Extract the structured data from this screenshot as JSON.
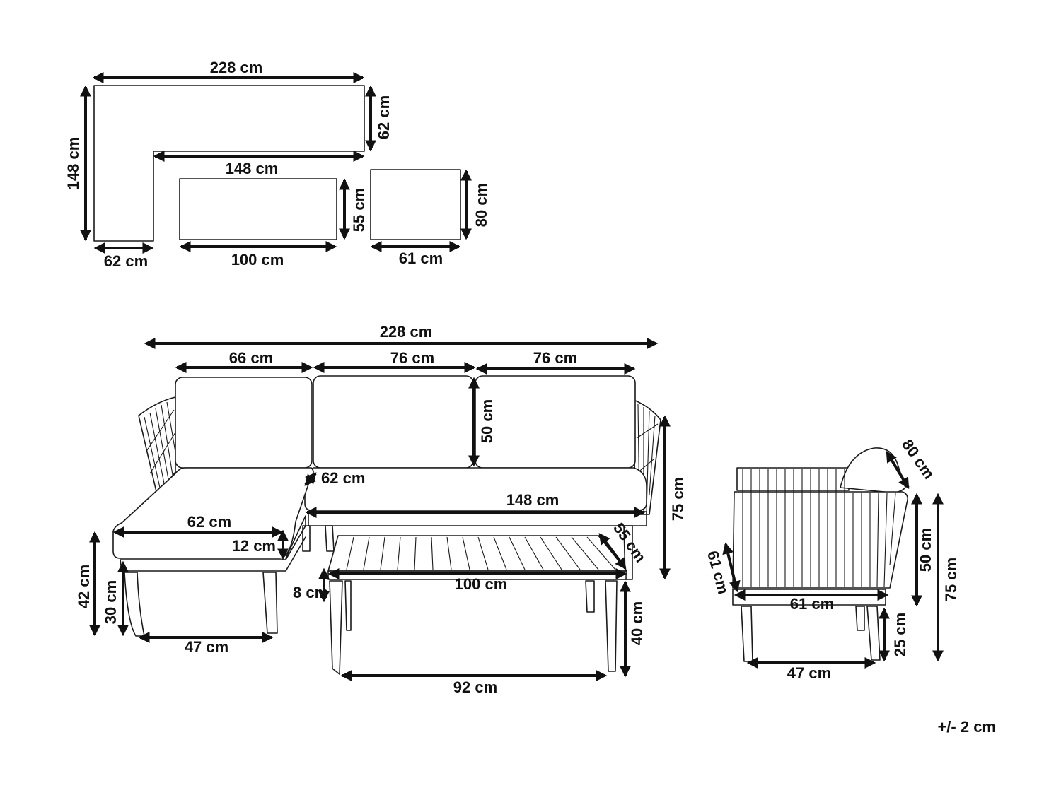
{
  "dimensions": {
    "top_sofa_width": "228 cm",
    "top_sofa_depth": "62 cm",
    "top_sofa_inner": "148 cm",
    "top_sofa_height": "148 cm",
    "top_sofa_chaise": "62 cm",
    "top_table_width": "100 cm",
    "top_table_depth": "55 cm",
    "top_chair_width": "61 cm",
    "top_chair_depth": "80 cm",
    "sofa_total_width": "228 cm",
    "chaise_cushion_width": "66 cm",
    "middle_cushion_width": "76 cm",
    "right_cushion_width": "76 cm",
    "back_cushion_height": "50 cm",
    "seat_depth": "62 cm",
    "seat_width": "148 cm",
    "chaise_seat_width": "62 cm",
    "seat_thickness": "12 cm",
    "sofa_seat_height": "42 cm",
    "sofa_frame_height": "30 cm",
    "sofa_leg_span": "47 cm",
    "sofa_height": "75 cm",
    "table_depth": "55 cm",
    "table_width": "100 cm",
    "table_top_thickness": "8 cm",
    "table_height": "40 cm",
    "table_leg_span": "92 cm",
    "chair_diagonal": "80 cm",
    "chair_depth": "61 cm",
    "chair_width": "61 cm",
    "chair_back_height": "50 cm",
    "chair_height": "75 cm",
    "chair_leg_height": "25 cm",
    "chair_leg_span": "47 cm"
  },
  "tolerance": "+/- 2 cm"
}
